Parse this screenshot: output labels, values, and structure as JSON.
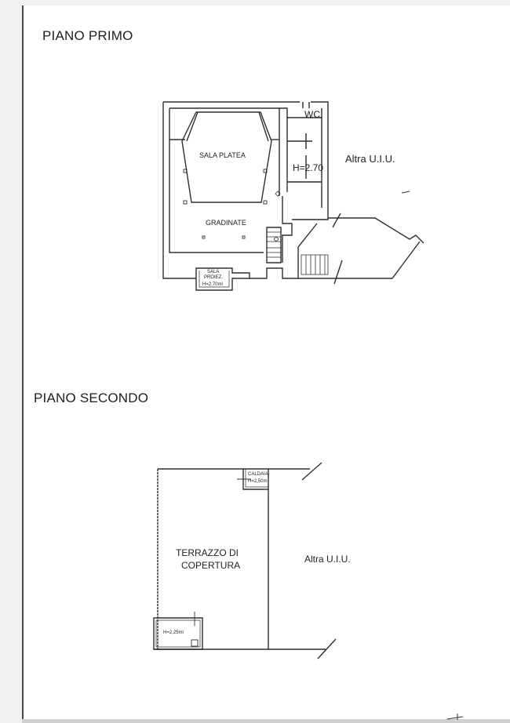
{
  "document": {
    "type": "floor plan",
    "floors": [
      {
        "title": "PIANO PRIMO",
        "rooms": [
          {
            "label": "SALA PLATEA"
          },
          {
            "label": "GRADINATE"
          },
          {
            "label": "WC"
          },
          {
            "label": "H=2.70"
          },
          {
            "label_line1": "SALA",
            "label_line2": "PROIEZ.",
            "label_line3": "H=2,70ml"
          }
        ],
        "adjacent_unit": "Altra U.I.U."
      },
      {
        "title": "PIANO SECONDO",
        "rooms": [
          {
            "label_line1": "TERRAZZO DI",
            "label_line2": "COPERTURA"
          },
          {
            "label_line1": "CALDAIA",
            "label_line2": "H=2,50m"
          },
          {
            "label": "H=2,25ml"
          }
        ],
        "adjacent_unit": "Altra U.I.U."
      }
    ],
    "colors": {
      "background": "#f1f1f1",
      "paper": "#ffffff",
      "ink": "#2a2a2a"
    }
  }
}
